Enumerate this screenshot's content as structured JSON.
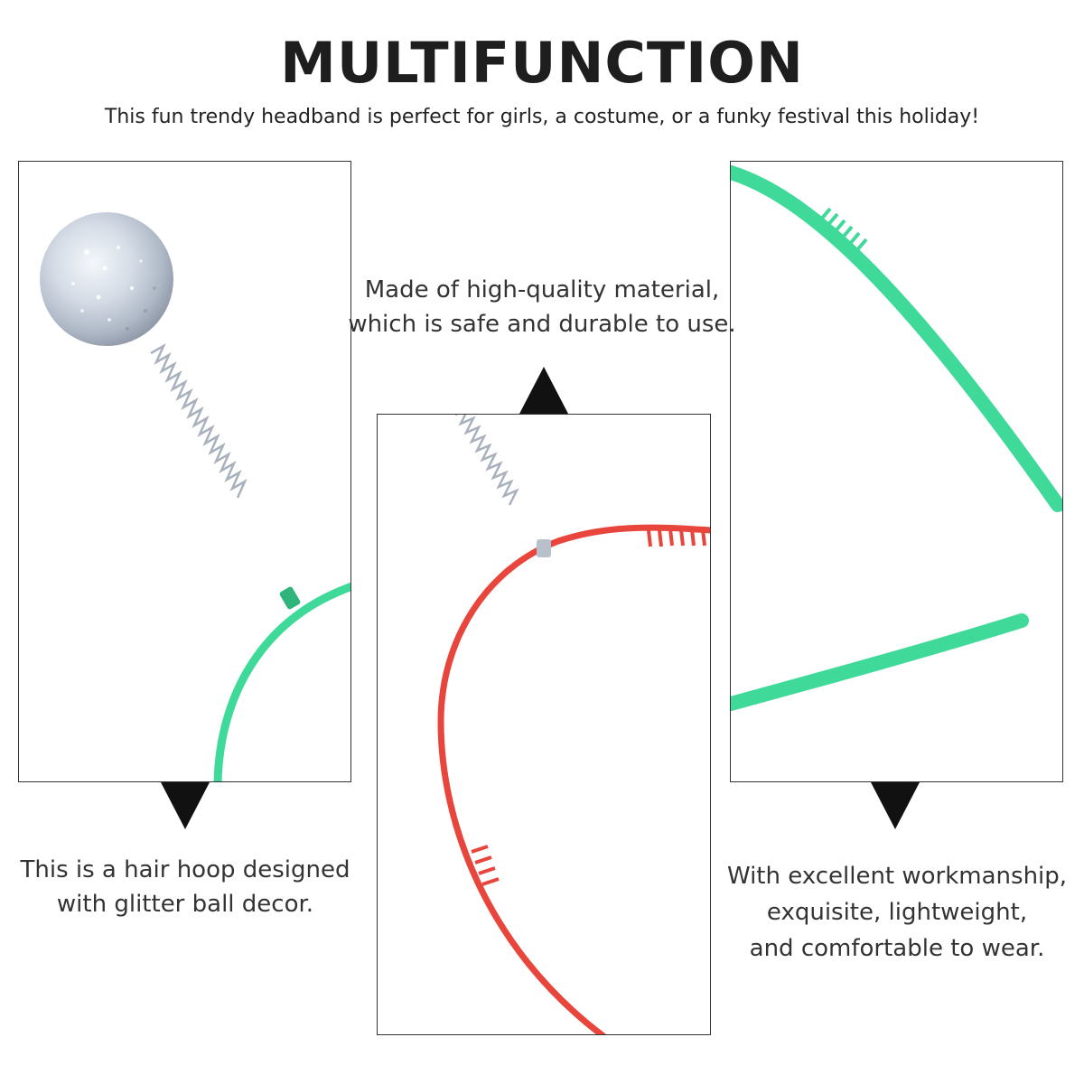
{
  "header": {
    "title": "MULTIFUNCTION",
    "subtitle": "This fun trendy headband is perfect for girls, a costume, or a funky festival this holiday!"
  },
  "captions": {
    "left": [
      "This is a hair hoop designed",
      "with glitter ball decor."
    ],
    "center": [
      "Made of high-quality material,",
      "which is safe and durable to use."
    ],
    "right": [
      "With excellent workmanship,",
      "exquisite, lightweight,",
      "and comfortable to wear."
    ]
  },
  "colors": {
    "background": "#ffffff",
    "text": "#222222",
    "pointer": "#111111",
    "headband_green": "#3fd99a",
    "headband_red": "#e8453c",
    "glitter_ball": "#c9d2de"
  },
  "icons": {
    "pointer_left": "triangle-down-icon",
    "pointer_center": "triangle-up-icon",
    "pointer_right": "triangle-down-icon"
  }
}
